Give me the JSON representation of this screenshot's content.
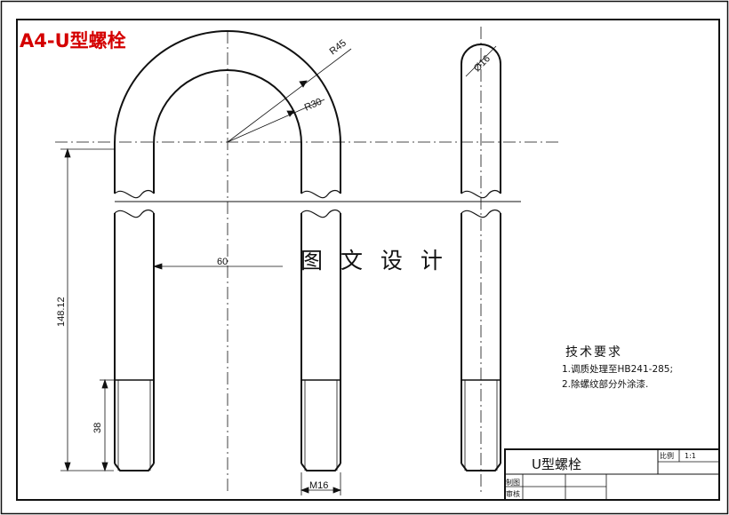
{
  "title": "A4-U型螺栓",
  "watermark": "图 文 设 计",
  "dimensions": {
    "outer_radius": "R45",
    "inner_radius": "R30",
    "rod_diameter": "Ø16",
    "span": "60",
    "length": "148.12",
    "thread_length": "38",
    "thread_size": "M16"
  },
  "tech_requirements": {
    "heading": "技术要求",
    "items": [
      "1.调质处理至HB241-285;",
      "2.除螺纹部分外涂漆."
    ]
  },
  "title_block": {
    "part_name": "U型螺栓",
    "scale_label": "比例",
    "scale_value": "1:1",
    "drawn_label": "制图",
    "checked_label": "审核"
  },
  "colors": {
    "title": "#d40000",
    "line": "#111111"
  }
}
